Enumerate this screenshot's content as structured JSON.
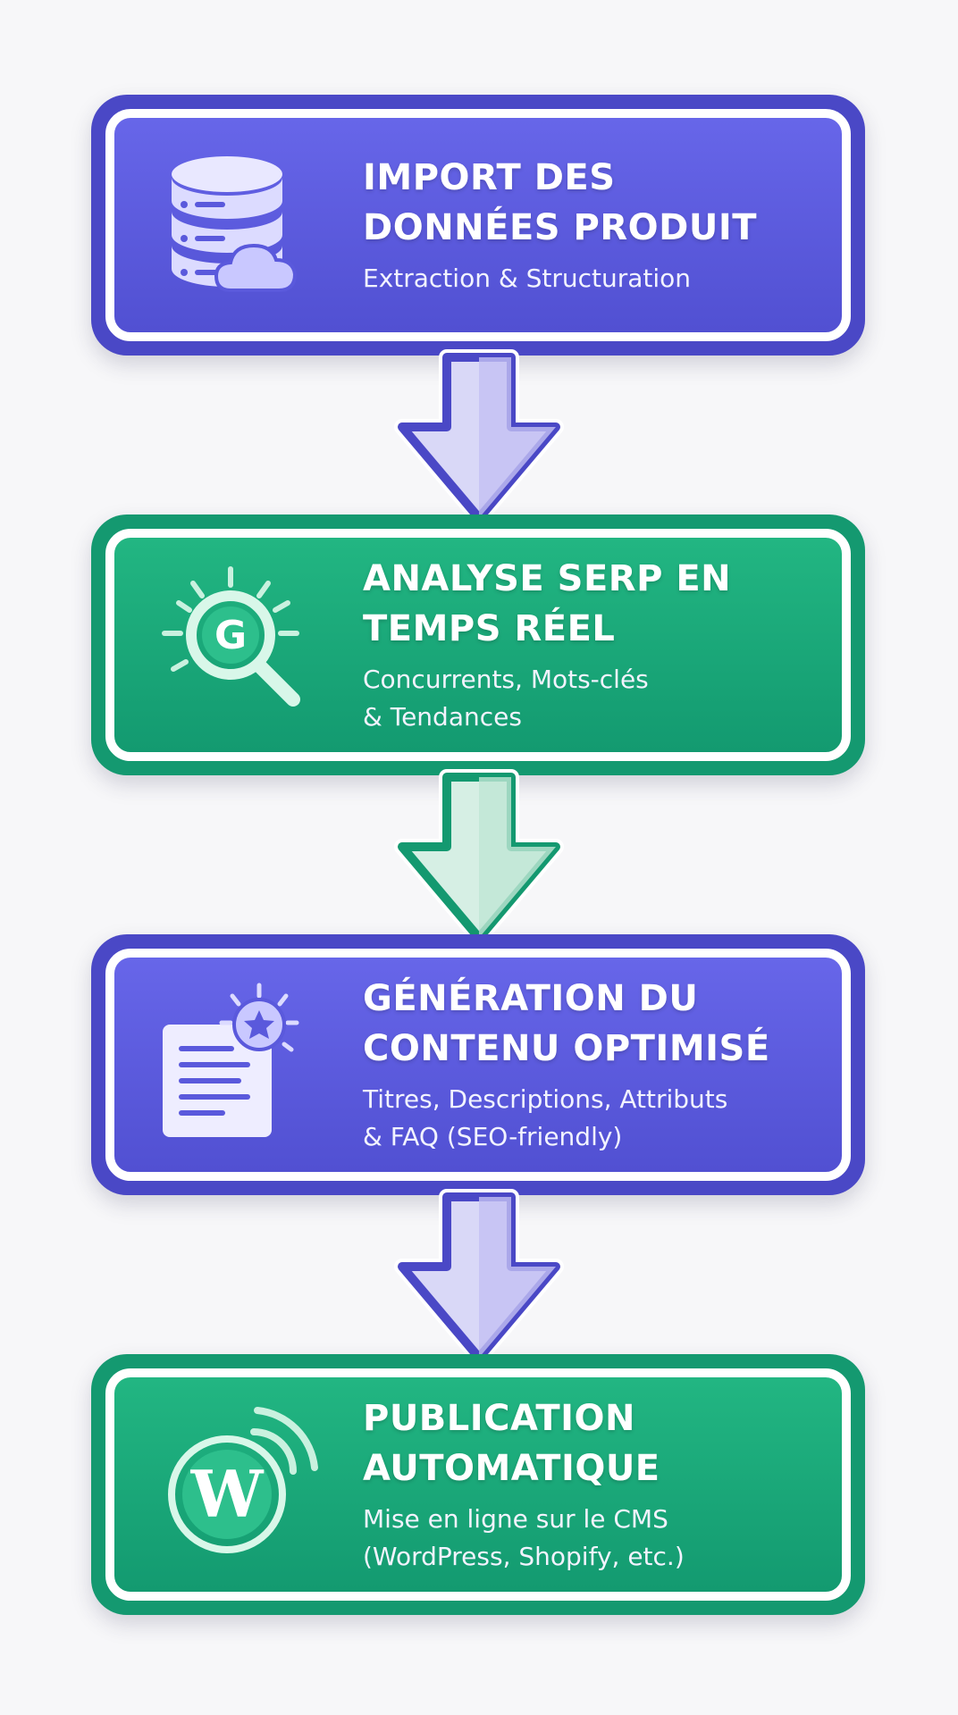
{
  "steps": [
    {
      "title_line1": "IMPORT DES",
      "title_line2": "DONNÉES PRODUIT",
      "subtitle_line1": "Extraction & Structuration",
      "subtitle_line2": "",
      "color": "#5a59dc",
      "icon": "database-cloud-icon"
    },
    {
      "title_line1": "ANALYSE SERP EN",
      "title_line2": "TEMPS RÉEL",
      "subtitle_line1": "Concurrents, Mots-clés",
      "subtitle_line2": "& Tendances",
      "color": "#1ba878",
      "icon": "google-search-icon"
    },
    {
      "title_line1": "GÉNÉRATION DU",
      "title_line2": "CONTENU OPTIMISÉ",
      "subtitle_line1": "Titres, Descriptions, Attributs",
      "subtitle_line2": "& FAQ (SEO-friendly)",
      "color": "#5a59dc",
      "icon": "document-star-icon"
    },
    {
      "title_line1": "PUBLICATION",
      "title_line2": "AUTOMATIQUE",
      "subtitle_line1": "Mise en ligne sur le CMS",
      "subtitle_line2": "(WordPress, Shopify, etc.)",
      "color": "#1ba878",
      "icon": "wordpress-signal-icon"
    }
  ],
  "colors": {
    "purple": "#5a59dc",
    "green": "#1ba878",
    "background": "#f7f7f9"
  }
}
